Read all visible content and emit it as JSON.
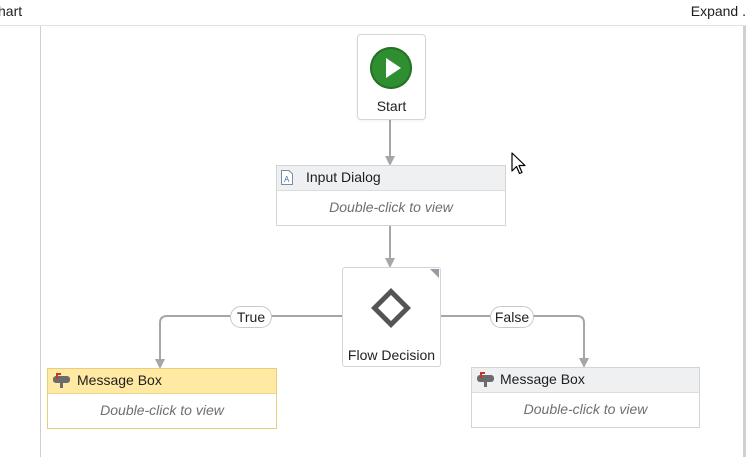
{
  "header": {
    "title": "hart",
    "expand_label": "Expand ."
  },
  "flowchart": {
    "start": {
      "label": "Start"
    },
    "input_dialog": {
      "title": "Input Dialog",
      "body": "Double-click to view"
    },
    "decision": {
      "label": "Flow Decision"
    },
    "branches": {
      "true_label": "True",
      "false_label": "False"
    },
    "message_box_true": {
      "title": "Message Box",
      "body": "Double-click to view"
    },
    "message_box_false": {
      "title": "Message Box",
      "body": "Double-click to view"
    }
  },
  "colors": {
    "start_green": "#2f8e2f",
    "selected_header": "#ffe9a3",
    "activity_header": "#eef0f2",
    "connector": "#a6a6a6"
  },
  "icons": {
    "start": "play-icon",
    "input_dialog": "input-dialog-icon",
    "message_box": "mailbox-icon",
    "decision": "diamond-icon"
  }
}
